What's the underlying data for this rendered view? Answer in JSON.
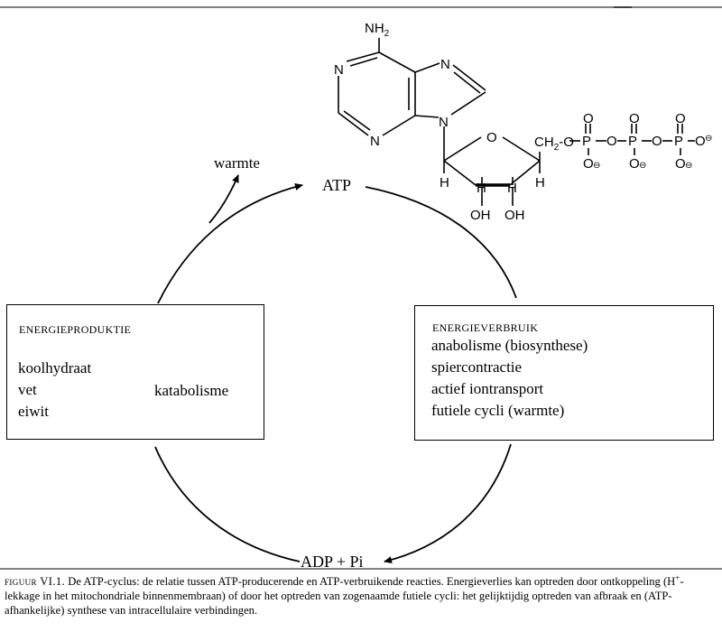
{
  "cycle": {
    "top_label": "ATP",
    "bottom_label": "ADP + Pi",
    "heat_label": "warmte"
  },
  "production_box": {
    "heading": "ENERGIEPRODUKTIE",
    "items": [
      "koolhydraat",
      "vet",
      "eiwit"
    ],
    "bracket_label": "katabolisme"
  },
  "consumption_box": {
    "heading": "ENERGIEVERBRUIK",
    "items": [
      "anabolisme (biosynthese)",
      "spiercontractie",
      "actief iontransport",
      "futiele cycli (warmte)"
    ]
  },
  "atp_molecule": {
    "amino_group": "NH",
    "amino_subscript": "2",
    "ring_nitrogen": "N",
    "ring_oxygen": "O",
    "hydrogen": "H",
    "hydroxyl": "OH",
    "ch2_c": "CH",
    "ch2_sub": "2",
    "phosphate_atom": "P",
    "phosphate_oxygen": "O",
    "negative_charge": "⊖"
  },
  "caption": {
    "figure_label": "figuur VI.1.",
    "text_part1": " De ATP-cyclus: de relatie tussen ATP-producerende en ATP-verbruikende reacties. Energieverlies kan optreden door ontkoppeling (H",
    "superscript": "+",
    "text_part2": "-lekkage in het mitochondriale binnenmembraan) of door het optreden van zogenaamde futiele cycli: het gelijktijdig optreden van afbraak en (ATP-afhankelijke) synthese van intracellulaire verbindingen."
  }
}
